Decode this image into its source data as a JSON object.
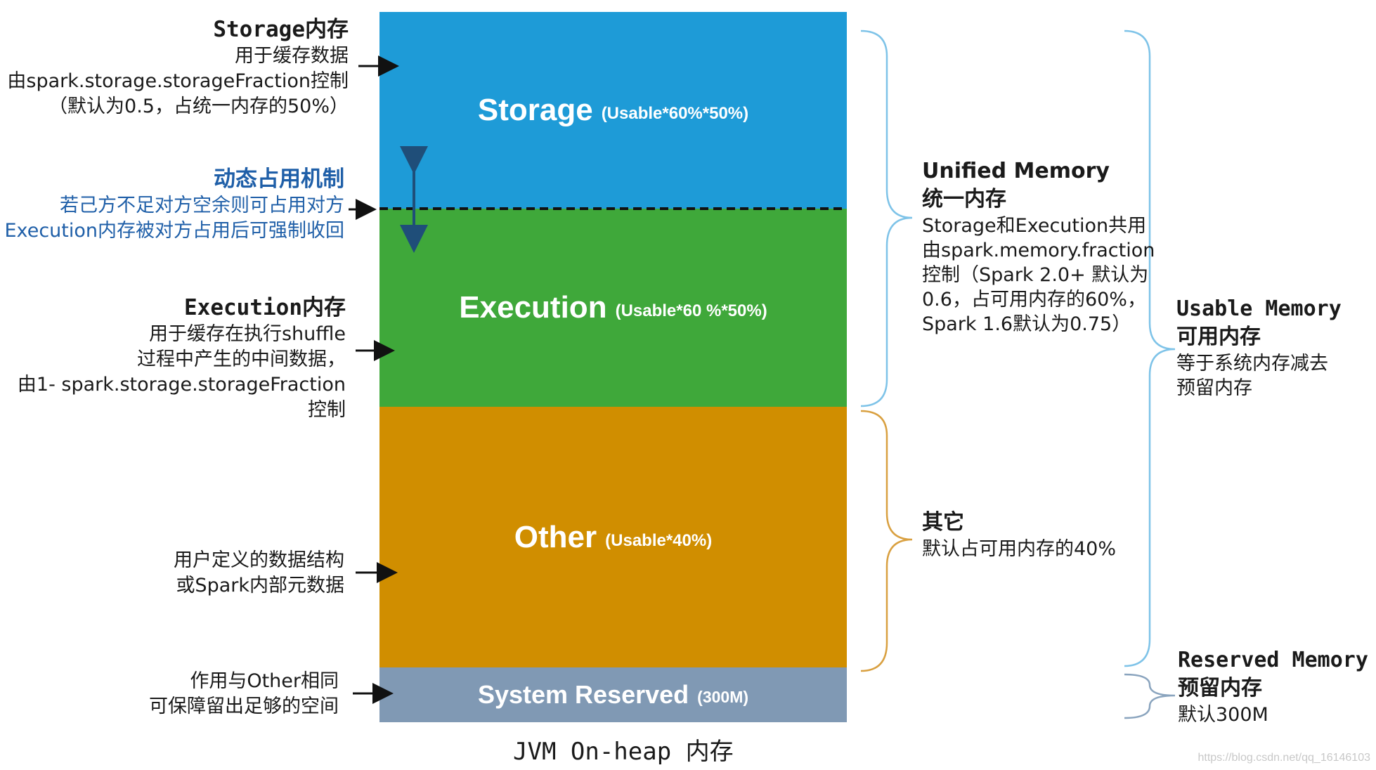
{
  "blocks": {
    "storage": {
      "name": "Storage",
      "detail": "(Usable*60%*50%)",
      "color": "#1e9bd7"
    },
    "execution": {
      "name": "Execution",
      "detail": "(Usable*60 %*50%)",
      "color": "#3fa83a"
    },
    "other": {
      "name": "Other",
      "detail": "(Usable*40%)",
      "color": "#d08e00"
    },
    "system_reserved": {
      "name": "System Reserved",
      "detail": "(300M)",
      "color": "#8099b4"
    }
  },
  "caption": "JVM On-heap 内存",
  "left": {
    "storage": {
      "title": "Storage内存",
      "lines": [
        "用于缓存数据",
        "由spark.storage.storageFraction控制",
        "（默认为0.5，占统一内存的50%）"
      ]
    },
    "dynamic": {
      "title": "动态占用机制",
      "lines": [
        "若己方不足对方空余则可占用对方",
        "Execution内存被对方占用后可强制收回"
      ]
    },
    "execution": {
      "title": "Execution内存",
      "lines": [
        "用于缓存在执行shuffle",
        "过程中产生的中间数据，",
        "由1- spark.storage.storageFraction控制"
      ]
    },
    "other": {
      "lines": [
        "用户定义的数据结构",
        "或Spark内部元数据"
      ]
    },
    "reserved": {
      "lines": [
        "作用与Other相同",
        "可保障留出足够的空间"
      ]
    }
  },
  "right": {
    "unified": {
      "title_en": "Unified Memory",
      "title_cn": "统一内存",
      "lines": [
        "Storage和Execution共用",
        "由spark.memory.fraction",
        "控制（Spark 2.0+ 默认为",
        "0.6，占可用内存的60%，",
        "Spark 1.6默认为0.75）"
      ]
    },
    "other": {
      "title": "其它",
      "lines": [
        "默认占可用内存的40%"
      ]
    },
    "usable": {
      "title_en": "Usable Memory",
      "title_cn": "可用内存",
      "lines": [
        "等于系统内存减去",
        "预留内存"
      ]
    },
    "reserved": {
      "title_en": "Reserved Memory",
      "title_cn": "预留内存",
      "lines": [
        "默认300M"
      ]
    }
  },
  "colors": {
    "brace_unified": "#7ec3e8",
    "brace_other": "#d9a040",
    "brace_usable": "#7ec3e8",
    "brace_reserved": "#8aa4be",
    "dynamic_arrow": "#1f4e79",
    "dynamic_text": "#1f5fa8"
  },
  "watermark": "https://blog.csdn.net/qq_16146103"
}
